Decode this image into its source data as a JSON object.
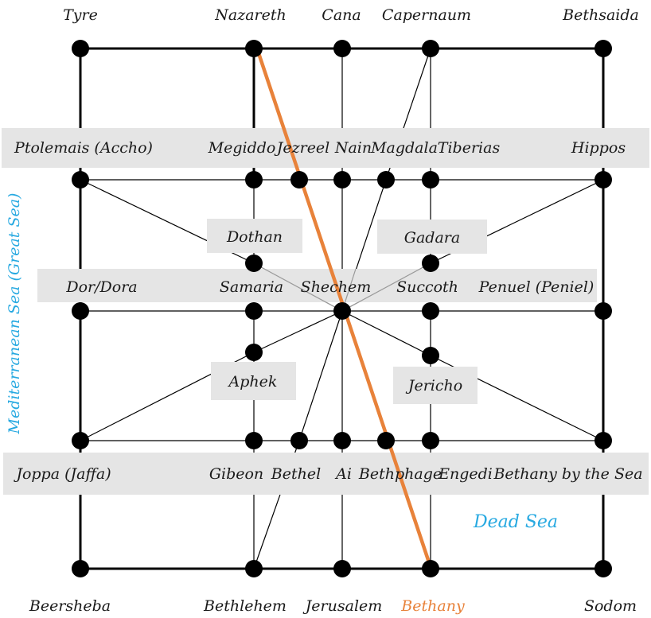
{
  "places": {
    "tyre": "Tyre",
    "nazareth": "Nazareth",
    "cana": "Cana",
    "capernaum": "Capernaum",
    "bethsaida": "Bethsaida",
    "ptolemais": "Ptolemais (Accho)",
    "megiddo": "Megiddo",
    "jezreel": "Jezreel",
    "nain": "Nain",
    "magdala": "Magdala",
    "tiberias": "Tiberias",
    "hippos": "Hippos",
    "dothan": "Dothan",
    "gadara": "Gadara",
    "dor": "Dor/Dora",
    "samaria": "Samaria",
    "shechem": "Shechem",
    "succoth": "Succoth",
    "penuel": "Penuel (Peniel)",
    "aphek": "Aphek",
    "jericho": "Jericho",
    "joppa": "Joppa (Jaffa)",
    "gibeon": "Gibeon",
    "bethel": "Bethel",
    "ai": "Ai",
    "bethphage": "Bethphage",
    "engedi": "Engedi",
    "bethany_sea": "Bethany by the Sea",
    "beersheba": "Beersheba",
    "bethlehem": "Bethlehem",
    "jerusalem": "Jerusalem",
    "bethany": "Bethany",
    "sodom": "Sodom"
  },
  "seas": {
    "mediterranean": "Mediterranean Sea (Great Sea)",
    "dead": "Dead Sea"
  },
  "route": {
    "from": "Nazareth",
    "to": "Bethany",
    "color": "#e8823a"
  },
  "colors": {
    "sea_label": "#27a9e1",
    "band": "#e5e5e5",
    "node": "#000000"
  }
}
